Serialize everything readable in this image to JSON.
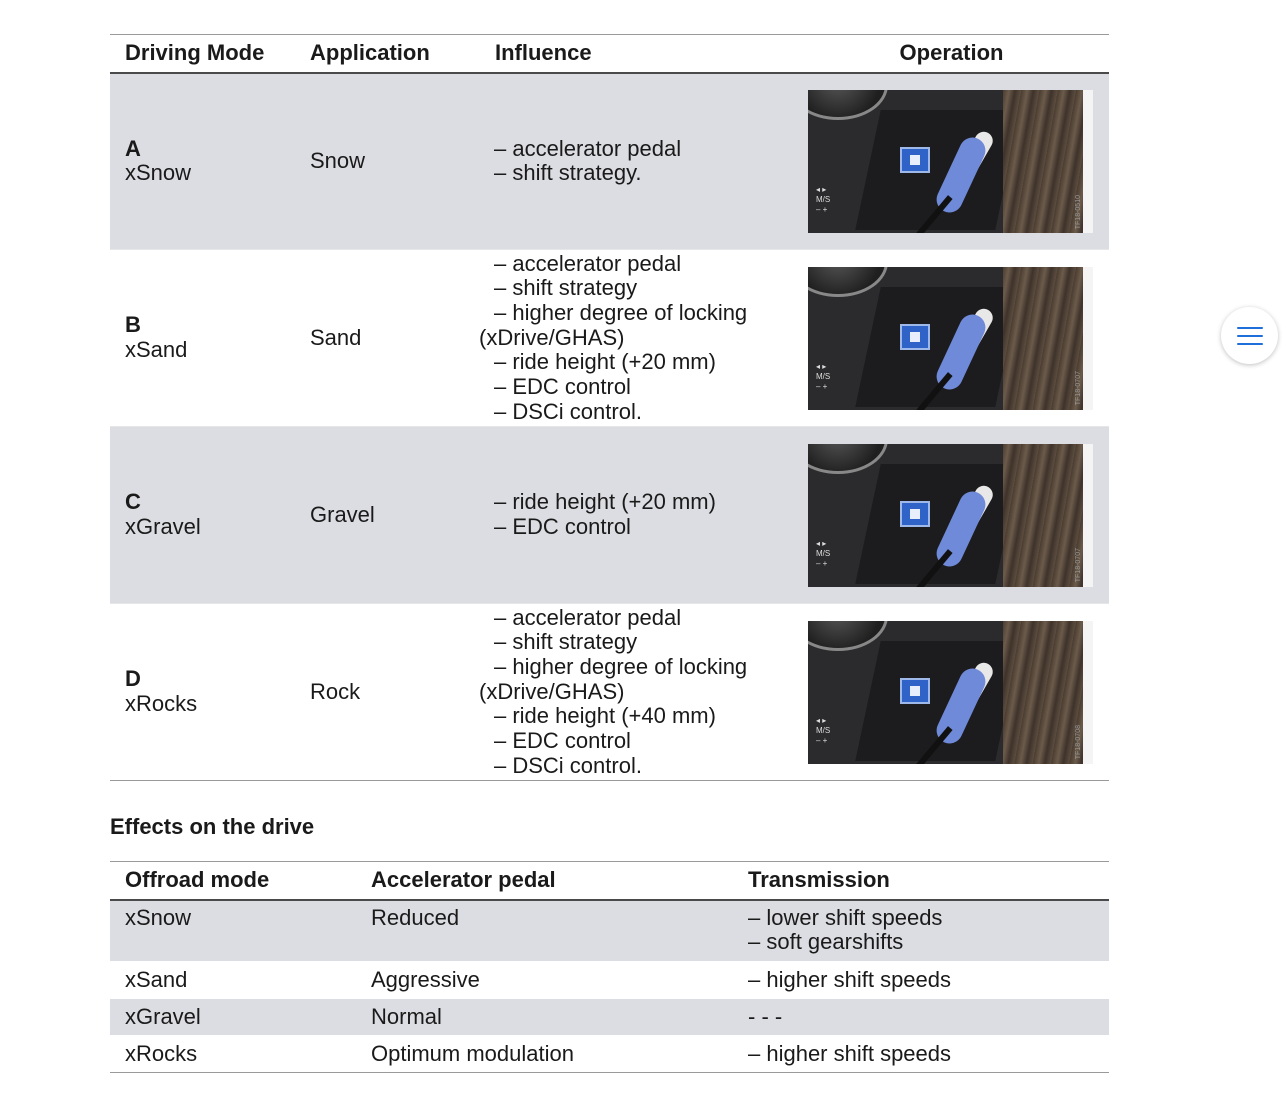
{
  "modes_table": {
    "headers": [
      "Driving Mode",
      "Application",
      "Influence",
      "Operation"
    ],
    "rows": [
      {
        "letter": "A",
        "mode": "xSnow",
        "application": "Snow",
        "influence": [
          "– accelerator pedal",
          "– shift strategy."
        ],
        "photo_code": "TF18-0510"
      },
      {
        "letter": "B",
        "mode": "xSand",
        "application": "Sand",
        "influence": [
          "– accelerator pedal",
          "– shift strategy",
          "– higher degree of locking",
          "(xDrive/GHAS)",
          "– ride height (+20 mm)",
          "– EDC control",
          "– DSCi control."
        ],
        "photo_code": "TF18-0707"
      },
      {
        "letter": "C",
        "mode": "xGravel",
        "application": "Gravel",
        "influence": [
          "– ride height (+20 mm)",
          "– EDC control"
        ],
        "photo_code": "TF18-0707"
      },
      {
        "letter": "D",
        "mode": "xRocks",
        "application": "Rock",
        "influence": [
          "– accelerator pedal",
          "– shift strategy",
          "– higher degree of locking",
          "(xDrive/GHAS)",
          "– ride height (+40 mm)",
          "– EDC control",
          "– DSCi control."
        ],
        "photo_code": "TF18-0708"
      }
    ]
  },
  "effects": {
    "title": "Effects on the drive",
    "headers": [
      "Offroad mode",
      "Accelerator pedal",
      "Transmission"
    ],
    "rows": [
      {
        "mode": "xSnow",
        "pedal": "Reduced",
        "transmission": [
          "– lower shift speeds",
          "– soft gearshifts"
        ]
      },
      {
        "mode": "xSand",
        "pedal": "Aggressive",
        "transmission": [
          "– higher shift speeds"
        ]
      },
      {
        "mode": "xGravel",
        "pedal": "Normal",
        "transmission": [
          "- - -"
        ]
      },
      {
        "mode": "xRocks",
        "pedal": "Optimum modulation",
        "transmission": [
          "– higher shift speeds"
        ]
      }
    ]
  },
  "colors": {
    "shaded_row": "#dcdde2",
    "menu_icon": "#1e6fd9"
  },
  "icons": {
    "menu_button": "hamburger-menu-icon"
  }
}
